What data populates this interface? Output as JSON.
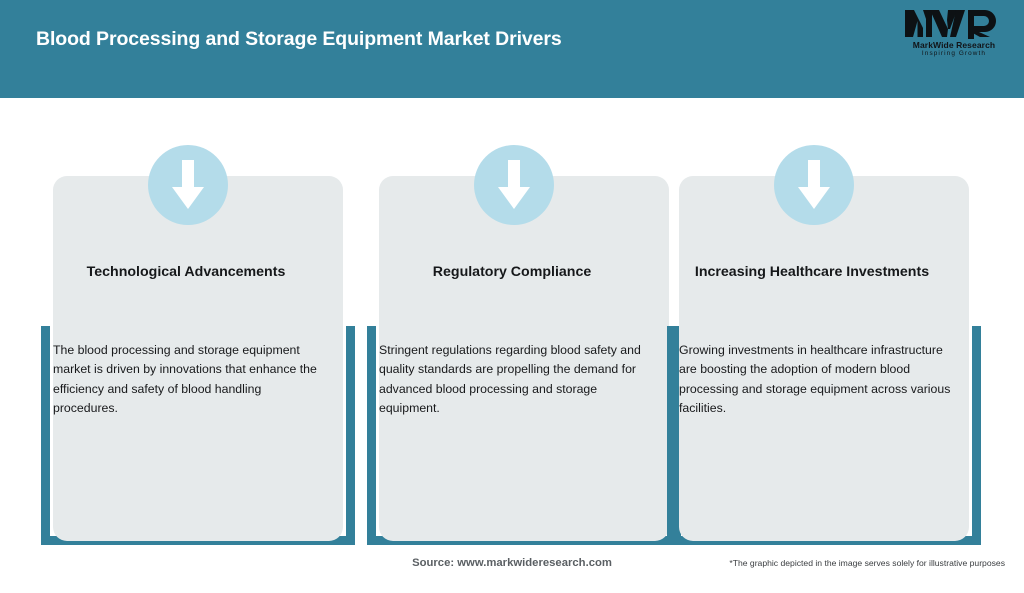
{
  "header": {
    "title": "Blood Processing and Storage Equipment Market Drivers",
    "background_color": "#33809a",
    "logo": {
      "mark_text": "MWR",
      "name": "MarkWide Research",
      "tagline": "Inspiring Growth"
    }
  },
  "cards": [
    {
      "icon": "arrow-down-icon",
      "heading": "Technological Advancements",
      "body": "The blood processing and storage equipment market is driven by innovations that enhance the efficiency and safety of blood handling procedures."
    },
    {
      "icon": "arrow-down-icon",
      "heading": "Regulatory Compliance",
      "body": "Stringent regulations regarding blood safety and quality standards are propelling the demand for advanced blood processing and storage equipment."
    },
    {
      "icon": "arrow-down-icon",
      "heading": "Increasing Healthcare Investments",
      "body": "Growing investments in healthcare infrastructure are boosting the adoption of modern blood processing and storage equipment across various facilities."
    }
  ],
  "footer": {
    "source": "Source: www.markwideresearch.com",
    "disclaimer": "*The graphic depicted in the image serves solely for illustrative purposes"
  },
  "colors": {
    "teal": "#33809a",
    "panel_gray": "#e6eaeb",
    "icon_circle": "#b4dcea",
    "arrow_white": "#ffffff"
  }
}
